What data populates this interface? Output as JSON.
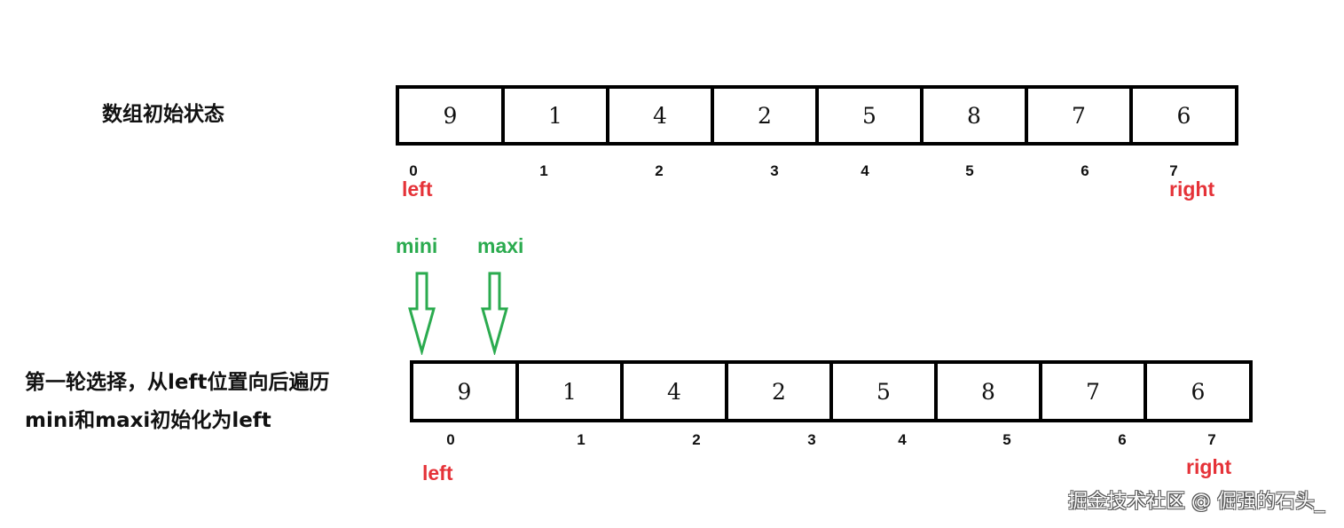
{
  "step1": {
    "heading": "数组初始状态",
    "cells": [
      "9",
      "1",
      "4",
      "2",
      "5",
      "8",
      "7",
      "6"
    ],
    "indices": [
      "0",
      "1",
      "2",
      "3",
      "4",
      "5",
      "6",
      "7"
    ],
    "left_label": "left",
    "right_label": "right"
  },
  "step2": {
    "heading_line1": "第一轮选择，从left位置向后遍历",
    "heading_line2": "mini和maxi初始化为left",
    "cells": [
      "9",
      "1",
      "4",
      "2",
      "5",
      "8",
      "7",
      "6"
    ],
    "indices": [
      "0",
      "1",
      "2",
      "3",
      "4",
      "5",
      "6",
      "7"
    ],
    "left_label": "left",
    "right_label": "right"
  },
  "pointers": {
    "mini_label": "mini",
    "maxi_label": "maxi",
    "green_color": "#2bab4f",
    "red_color": "#e53238"
  },
  "watermark": "掘金技术社区 @ 倔强的石头_"
}
